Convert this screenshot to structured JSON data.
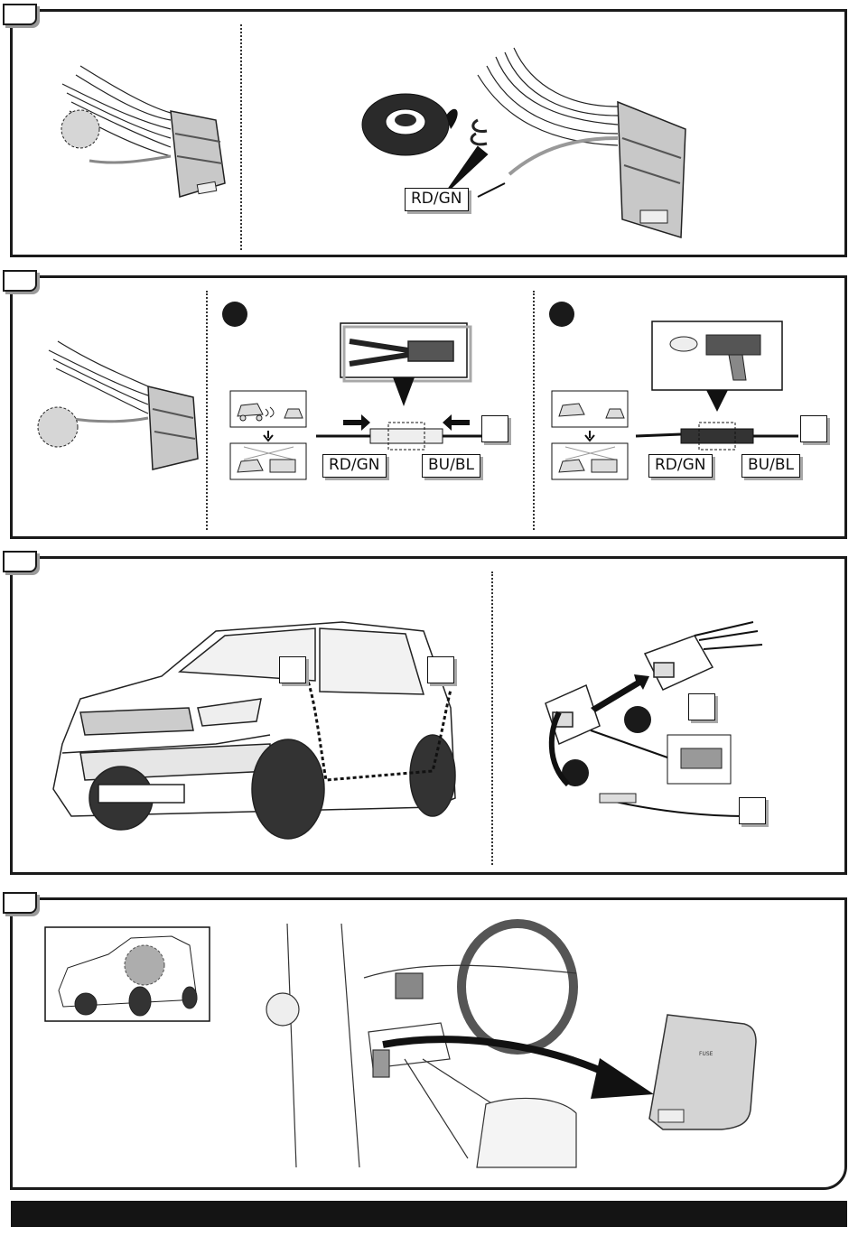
{
  "panel2": {
    "wire_label_left": "RD/GN"
  },
  "panel3": {
    "wire_label_a": "RD/GN",
    "wire_label_b": "BU/BL",
    "wire_label_c": "RD/GN",
    "wire_label_d": "BU/BL"
  },
  "panel5": {
    "cover_label": "FUSE"
  },
  "colors": {
    "border": "#1a1a1a",
    "shadow": "#9a9a9a",
    "part_gray": "#c8c8c8",
    "highlight_gray": "#d6d6d6"
  },
  "icons": [
    "wire-harness-icon",
    "connector-icon",
    "insulating-tape-icon",
    "crimping-tool-icon",
    "heat-gun-icon",
    "car-icon",
    "fuse-cover-icon",
    "arrow-icon"
  ]
}
